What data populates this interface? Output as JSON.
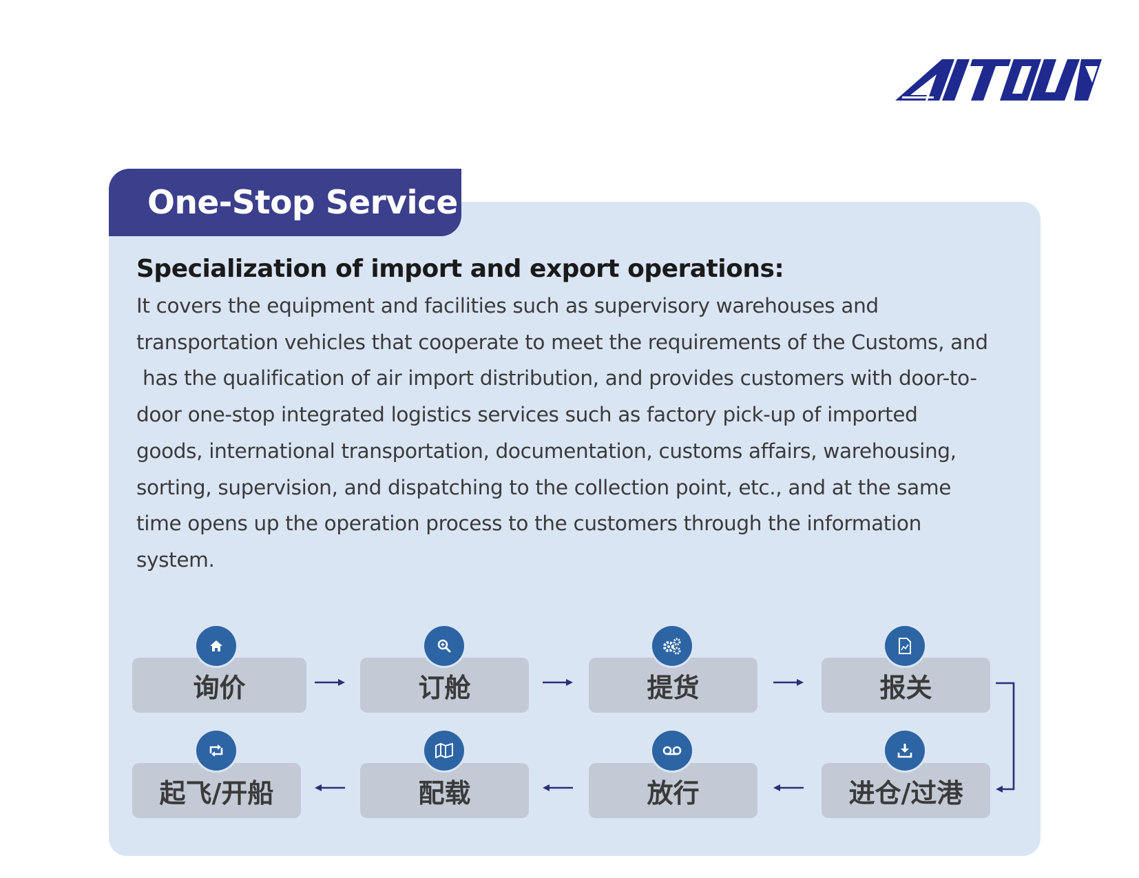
{
  "brand": {
    "logo_text": "AITOUN",
    "color": "#1f2a8f"
  },
  "accent_color": "#3b3f8c",
  "panel_color": "#dae5f4",
  "tab_title": "One-Stop Service",
  "subtitle": "Specialization of import and export operations:",
  "paragraph_lines": [
    "It covers the equipment and facilities such as supervisory warehouses and",
    "transportation vehicles that cooperate to meet the requirements of the Customs, and",
    " has the qualification of air import distribution, and provides customers with door-to-",
    "door one-stop integrated logistics services such as factory pick-up of imported",
    "goods, international transportation, documentation, customs affairs, warehousing,",
    "sorting, supervision, and dispatching to the collection point, etc., and at the same",
    "time opens up the operation process to the customers through the information",
    "system."
  ],
  "flow": {
    "row1": [
      {
        "label": "询价",
        "icon": "home-icon"
      },
      {
        "label": "订舱",
        "icon": "search-icon"
      },
      {
        "label": "提货",
        "icon": "gears-icon"
      },
      {
        "label": "报关",
        "icon": "document-chart-icon"
      }
    ],
    "row2": [
      {
        "label": "起飞/开船",
        "icon": "retweet-icon"
      },
      {
        "label": "配载",
        "icon": "map-icon"
      },
      {
        "label": "放行",
        "icon": "voicemail-icon"
      },
      {
        "label": "进仓/过港",
        "icon": "download-tray-icon"
      }
    ]
  }
}
